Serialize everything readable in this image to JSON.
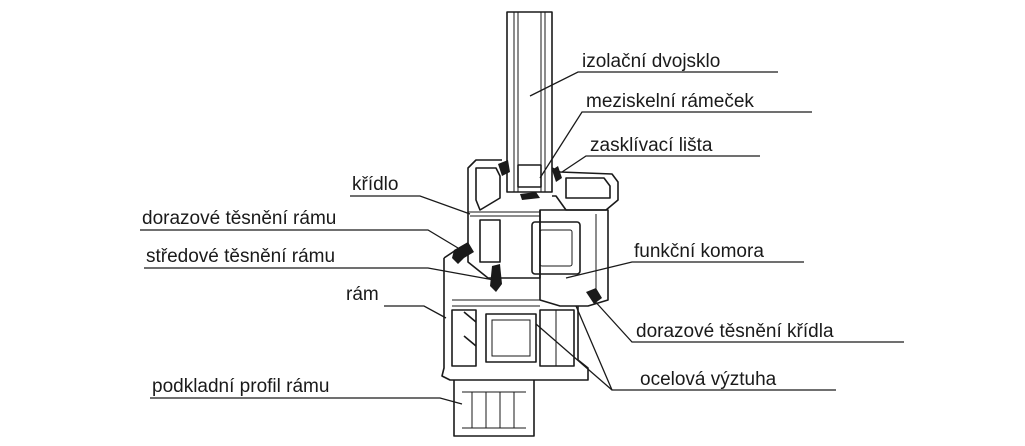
{
  "labels": {
    "izolacni_dvojsklo": "izolační dvojsklo",
    "meziskelni_ramecek": "meziskelní rámeček",
    "zasklivaci_lista": "zasklívací lišta",
    "kridlo": "křídlo",
    "dorazove_tesneni_ramu": "dorazové těsnění rámu",
    "stredove_tesneni_ramu": "středové těsnění rámu",
    "funkcni_komora": "funkční komora",
    "ram": "rám",
    "dorazove_tesneni_kridla": "dorazové těsnění křídla",
    "ocelova_vyztuha": "ocelová výztuha",
    "podkladni_profil_ramu": "podkladní profil rámu"
  }
}
